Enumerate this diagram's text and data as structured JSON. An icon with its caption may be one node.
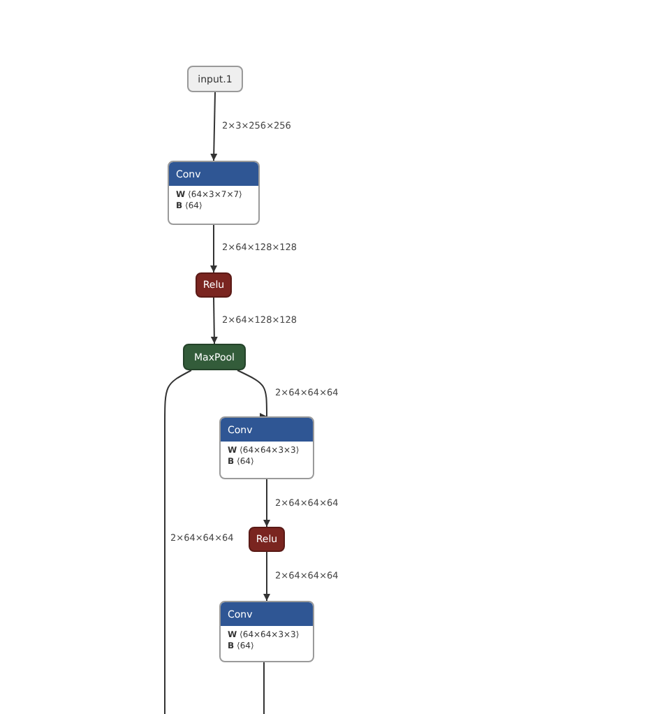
{
  "diagram": {
    "nodes": [
      {
        "text": [
          "input.1"
        ]
      },
      {
        "text": [
          "Conv",
          "**W** ⟨64×3×7×7⟩",
          "**B** ⟨64⟩"
        ]
      },
      {
        "text": [
          "Relu"
        ]
      },
      {
        "text": [
          "MaxPool"
        ]
      },
      {
        "text": [
          "Conv",
          "**W** ⟨64×64×3×3⟩",
          "**B** ⟨64⟩"
        ]
      },
      {
        "text": [
          "Relu"
        ]
      },
      {
        "text": [
          "Conv",
          "**W** ⟨64×64×3×3⟩",
          "**B** ⟨64⟩"
        ]
      }
    ],
    "edges": [
      {
        "from": 0,
        "to": 1,
        "arrow": "to",
        "label": "2×3×256×256"
      },
      {
        "from": 1,
        "to": 2,
        "arrow": "to",
        "label": "2×64×128×128"
      },
      {
        "from": 2,
        "to": 3,
        "arrow": "to",
        "label": "2×64×128×128"
      },
      {
        "from": 3,
        "to": 4,
        "arrow": "to",
        "label": "2×64×64×64"
      },
      {
        "from": 4,
        "to": 5,
        "arrow": "to",
        "label": "2×64×64×64"
      },
      {
        "from": 5,
        "to": 6,
        "arrow": "to",
        "label": "2×64×64×64"
      },
      {
        "from": 3,
        "to": null,
        "arrow": "none",
        "label": "2×64×64×64"
      },
      {
        "from": 6,
        "to": null,
        "arrow": "none"
      }
    ]
  }
}
